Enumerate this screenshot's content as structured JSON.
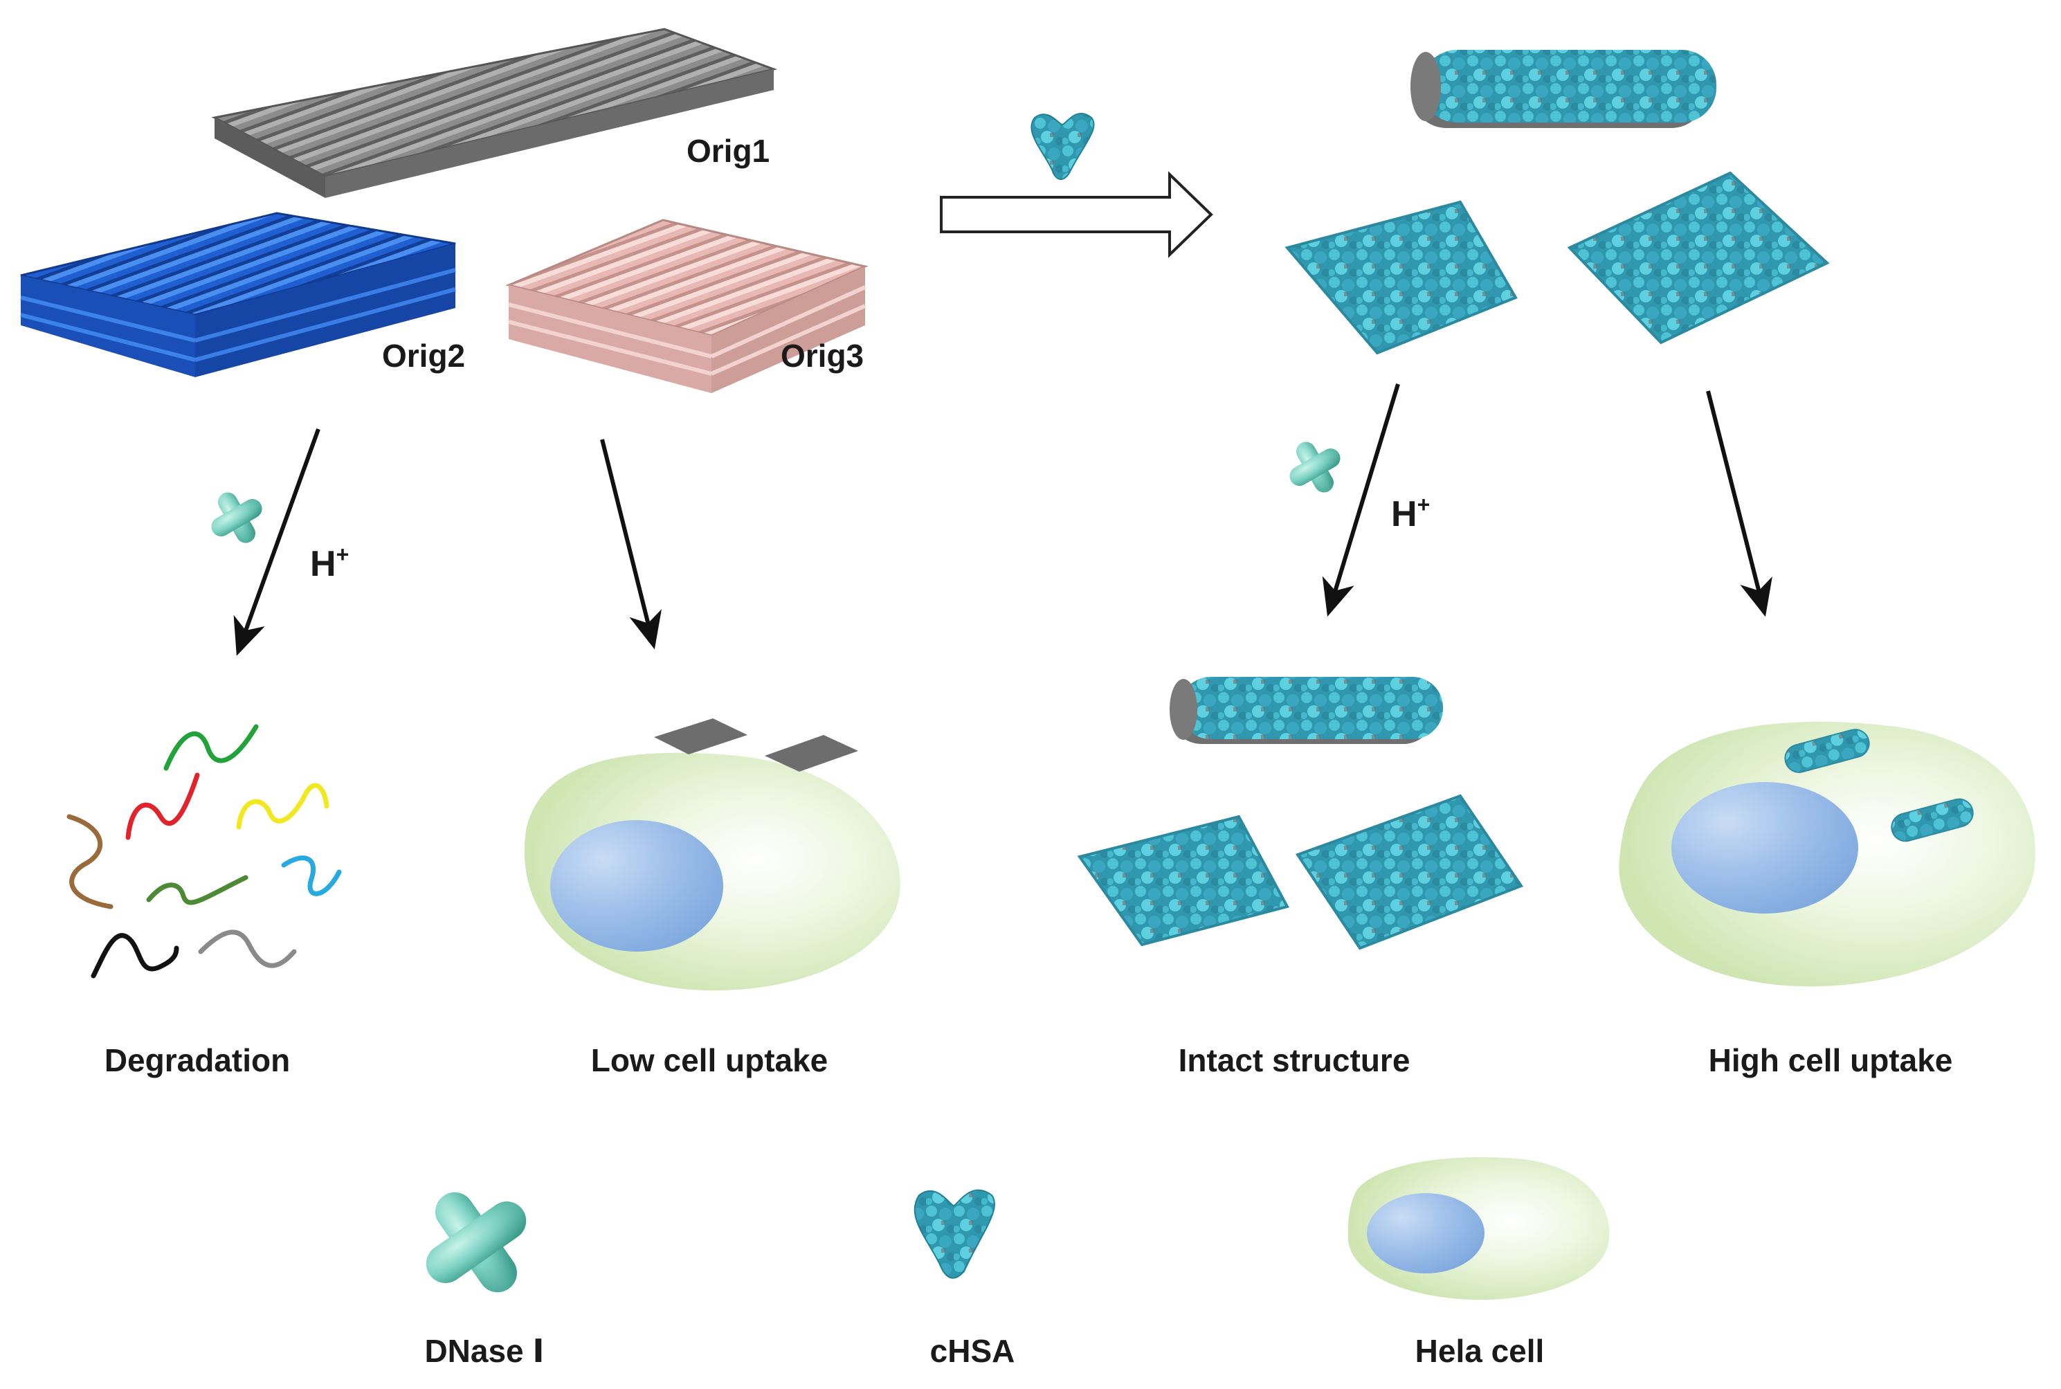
{
  "labels": {
    "orig1": "Orig1",
    "orig2": "Orig2",
    "orig3": "Orig3",
    "h_left": "H",
    "h_right": "H",
    "h_sup": "+"
  },
  "captions": {
    "degradation": "Degradation",
    "low_uptake": "Low cell uptake",
    "intact": "Intact structure",
    "high_uptake": "High cell uptake"
  },
  "legend": {
    "dnase": "DNase Ⅰ",
    "chsa": "cHSA",
    "hela": "Hela cell"
  },
  "colors": {
    "orig1": "#7f7f7f",
    "orig2": "#1f5fd1",
    "orig3": "#e8b9b4",
    "protein": "#3aa6bf",
    "dnase": "#7fd3c4",
    "cell": "#dcefc4",
    "nucleus": "#93b8e6"
  },
  "strand_colors": [
    "#21a33a",
    "#e3232b",
    "#f2e81f",
    "#9a6a3a",
    "#4e8a35",
    "#27a9e1",
    "#111111",
    "#8a8a8a"
  ]
}
